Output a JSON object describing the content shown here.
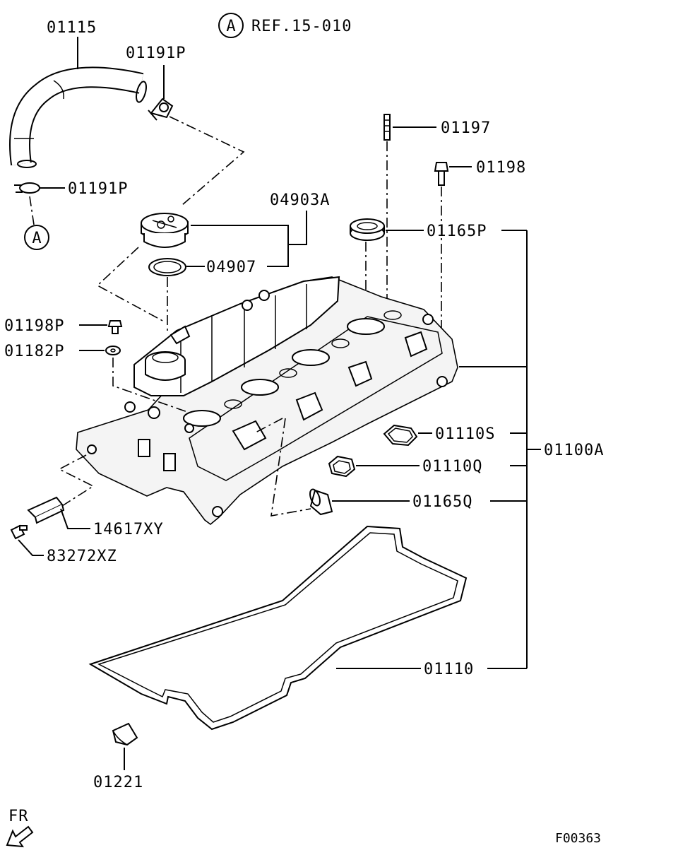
{
  "diagram": {
    "reference": {
      "marker": "A",
      "text": "REF.15-010"
    },
    "marker_a": "A",
    "labels": {
      "p01115": "01115",
      "p01191p_top": "01191P",
      "p01191p_low": "01191P",
      "p01197": "01197",
      "p01198": "01198",
      "p04903a": "04903A",
      "p01165p": "01165P",
      "p04907": "04907",
      "p01198p": "01198P",
      "p01182p": "01182P",
      "p01110s": "01110S",
      "p01100a": "01100A",
      "p01110q": "01110Q",
      "p01165q": "01165Q",
      "p14617xy": "14617XY",
      "p83272xz": "83272XZ",
      "p01110": "01110",
      "p01221": "01221"
    },
    "direction": "FR",
    "figure_code": "F00363"
  }
}
